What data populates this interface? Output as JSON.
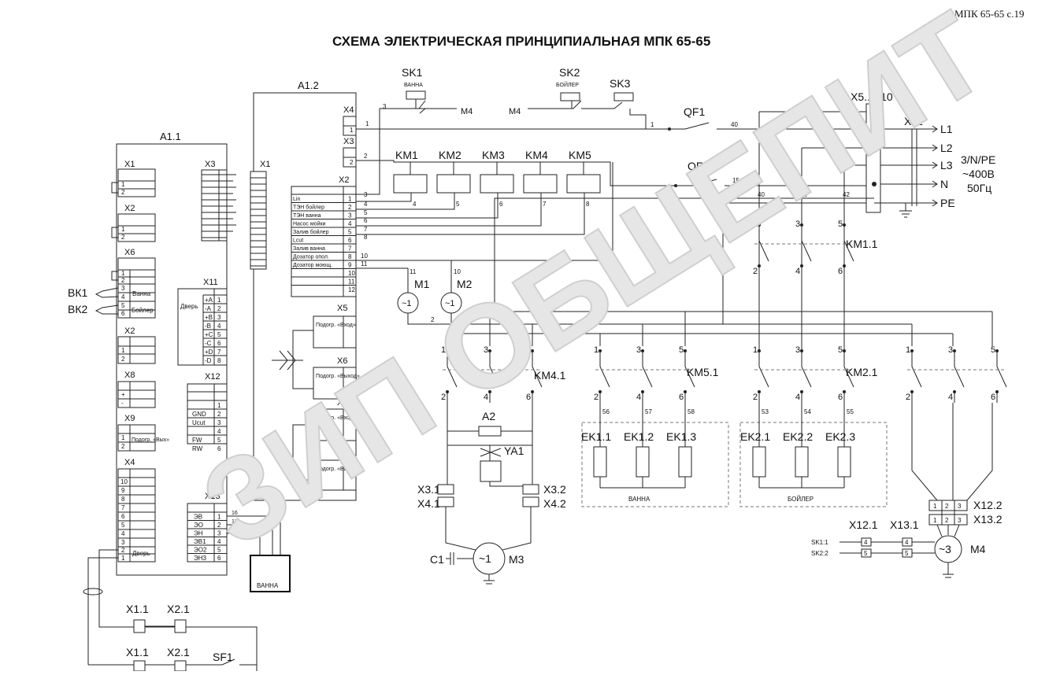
{
  "page_ref": "МПК 65-65   с.19",
  "title": "СХЕМА ЭЛЕКТРИЧЕСКАЯ ПРИНЦИПИАЛЬНАЯ  МПК 65-65",
  "watermark": "ЗИП ОБЩЕПИТ",
  "blocks": {
    "a11": "A1.1",
    "a12": "A1.2",
    "a2": "A2",
    "vanna_box": "ВАННА"
  },
  "a11_connectors": [
    "X1",
    "X2",
    "X6",
    "X2",
    "X8",
    "X9",
    "X4",
    "X3",
    "X11",
    "X12",
    "X13"
  ],
  "a11_terms": {
    "x6_vanna": "Ванна",
    "x6_boiler": "Бойлер",
    "x11_door": "Дверь",
    "x11_rows": [
      "+A",
      "-A",
      "+B",
      "-B",
      "+C",
      "-C",
      "+D",
      "-D"
    ],
    "x12_rows": [
      "GND",
      "Ucut",
      "FW",
      "RW"
    ],
    "x13_rows": [
      "ЭВ",
      "ЭО",
      "ЭН",
      "ЭВ1",
      "ЭО2",
      "ЭН3"
    ],
    "x13_wires": [
      "16",
      "17",
      "15"
    ],
    "x9_label": "Подогр. «Вых»",
    "x4_door": "Дверь"
  },
  "a12_connectors": [
    "X4",
    "X3",
    "X2",
    "X1",
    "X5",
    "X6",
    "X8",
    "X7"
  ],
  "a12_x2_rows": [
    "Lin",
    "ТЭН бойлер",
    "ТЭН ванна",
    "Насос мойки",
    "Залив бойлер",
    "Lcut",
    "Залив ванна",
    "Дозатор опол.",
    "Дозатор моющ."
  ],
  "a12_x2_nums": [
    "1",
    "2",
    "3",
    "4",
    "5",
    "6",
    "7",
    "8",
    "9",
    "10",
    "11",
    "12"
  ],
  "a12_relay_labels": [
    "Подогр. «Вход»",
    "Подогр. «Выход»",
    "Подогр. «Вход»",
    "Подогр. «Выход»"
  ],
  "external_inputs": [
    "ВК1",
    "ВК2"
  ],
  "sensors": [
    {
      "name": "SK1",
      "sub": "ВАННА"
    },
    {
      "name": "SK2",
      "sub": "БОЙЛЕР"
    },
    {
      "name": "SK3",
      "sub": ""
    }
  ],
  "m4_refs": [
    "M4",
    "M4"
  ],
  "contactors": [
    "KM1",
    "KM2",
    "KM3",
    "KM4",
    "KM5"
  ],
  "contactor_wires": [
    "4",
    "5",
    "6",
    "7",
    "8"
  ],
  "breakers": [
    "QF1",
    "QF2"
  ],
  "terminals": {
    "x5": "X5...X10",
    "x11": "X11"
  },
  "lines": [
    "L1",
    "L2",
    "L3",
    "N",
    "PE"
  ],
  "supply": [
    "3/N/PE",
    "~400В",
    "50Гц"
  ],
  "wire_numbers": [
    "1",
    "2",
    "3",
    "10",
    "11",
    "40",
    "41",
    "42",
    "15",
    "53",
    "54",
    "55",
    "56",
    "57",
    "58"
  ],
  "motors": [
    {
      "name": "M1",
      "sym": "~1"
    },
    {
      "name": "M2",
      "sym": "~1"
    },
    {
      "name": "M3",
      "sym": "~1"
    },
    {
      "name": "M4",
      "sym": "~3"
    }
  ],
  "contact_groups": [
    "KM1.1",
    "KM4.1",
    "KM5.1",
    "KM2.1"
  ],
  "pole_numbers": {
    "top": [
      "1",
      "3",
      "5"
    ],
    "bottom": [
      "2",
      "4",
      "6"
    ]
  },
  "valve": "YA1",
  "capacitor": "C1",
  "heaters_vanna": [
    "EK1.1",
    "EK1.2",
    "EK1.3"
  ],
  "heaters_boiler": [
    "EK2.1",
    "EK2.2",
    "EK2.3"
  ],
  "heater_groups": [
    "ВАННА",
    "БОЙЛЕР"
  ],
  "plugs": {
    "x31": "X3.1",
    "x41": "X4.1",
    "x32": "X3.2",
    "x42": "X4.2",
    "x122": "X12.2",
    "x132": "X13.2",
    "x121": "X12.1",
    "x131": "X13.1"
  },
  "m4_ctrl": [
    "SK1:1",
    "SK2:2"
  ],
  "bottom_terminals": [
    "X1.1",
    "X2.1",
    "X1.1",
    "X2.1"
  ],
  "sf1": "SF1"
}
